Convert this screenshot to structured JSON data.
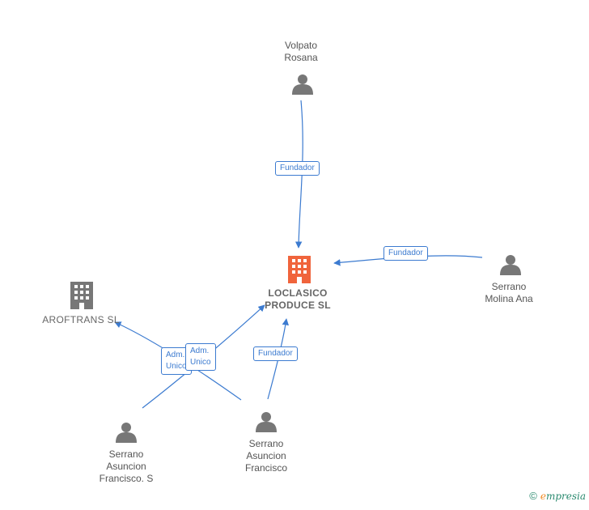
{
  "nodes": {
    "volpato": {
      "line1": "Volpato",
      "line2": "Rosana",
      "icon": "person-icon"
    },
    "loclasico": {
      "line1": "LOCLASICO",
      "line2": "PRODUCE  SL",
      "icon": "building-icon",
      "color": "#f0643c"
    },
    "aroftrans": {
      "line1": "AROFTRANS SL",
      "icon": "building-icon",
      "color": "#777777"
    },
    "serrano_molina": {
      "line1": "Serrano",
      "line2": "Molina Ana",
      "icon": "person-icon"
    },
    "serrano_francisco_s": {
      "line1": "Serrano",
      "line2": "Asuncion",
      "line3": "Francisco.  S",
      "icon": "person-icon"
    },
    "serrano_francisco": {
      "line1": "Serrano",
      "line2": "Asuncion",
      "line3": "Francisco",
      "icon": "person-icon"
    }
  },
  "edges": {
    "volpato_fundador": "Fundador",
    "molina_fundador": "Fundador",
    "francisco_fundador": "Fundador",
    "adm_unico_1_a": "Adm.",
    "adm_unico_1_b": "Unico",
    "adm_unico_2_a": "Adm.",
    "adm_unico_2_b": "Unico"
  },
  "colors": {
    "edge": "#3c7bd0",
    "person": "#777777",
    "company_main": "#f0643c"
  },
  "watermark": {
    "symbol": "©",
    "brand_e": "e",
    "brand_rest": "mpresia"
  }
}
